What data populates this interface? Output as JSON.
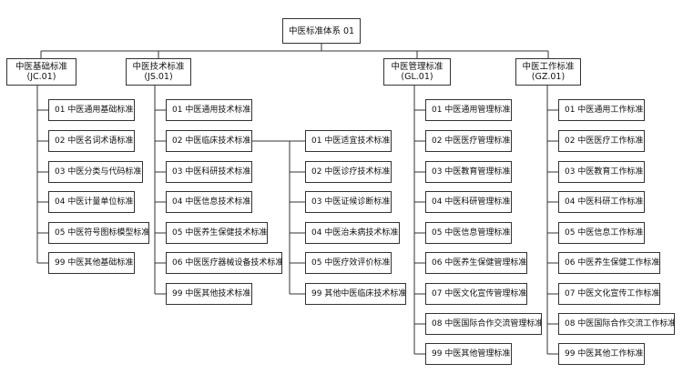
{
  "root": {
    "label": "中医标准体系 01"
  },
  "categories": [
    {
      "name": "中医基础标准",
      "code": "(JC.01)",
      "items": [
        "01 中医通用基础标准",
        "02 中医名词术语标准",
        "03 中医分类与代码标准",
        "04 中医计量单位标准",
        "05 中医符号图标模型标准",
        "99 中医其他基础标准"
      ]
    },
    {
      "name": "中医技术标准",
      "code": "(JS.01)",
      "items": [
        "01 中医通用技术标准",
        "02 中医临床技术标准",
        "03 中医科研技术标准",
        "04 中医信息技术标准",
        "05 中医养生保健技术标准",
        "06 中医医疗器械设备技术标准",
        "99 中医其他技术标准"
      ],
      "sub_items": [
        "01 中医适宜技术标准",
        "02 中医诊疗技术标准",
        "03 中医证候诊断标准",
        "04 中医治未病技术标准",
        "05 中医疗效评价标准",
        "99 其他中医临床技术标准"
      ]
    },
    {
      "name": "中医管理标准",
      "code": "(GL.01)",
      "items": [
        "01 中医通用管理标准",
        "02 中医医疗管理标准",
        "03 中医教育管理标准",
        "04 中医科研管理标准",
        "05 中医信息管理标准",
        "06 中医养生保健管理标准",
        "07 中医文化宣传管理标准",
        "08 中医国际合作交流管理标准",
        "99 中医其他管理标准"
      ]
    },
    {
      "name": "中医工作标准",
      "code": "(GZ.01)",
      "items": [
        "01 中医通用工作标准",
        "02 中医医疗工作标准",
        "03 中医教育工作标准",
        "04 中医科研工作标准",
        "05 中医信息工作标准",
        "06 中医养生保健工作标准",
        "07 中医文化宣传工作标准",
        "08 中医国际合作交流工作标准",
        "99 中医其他工作标准"
      ]
    }
  ]
}
